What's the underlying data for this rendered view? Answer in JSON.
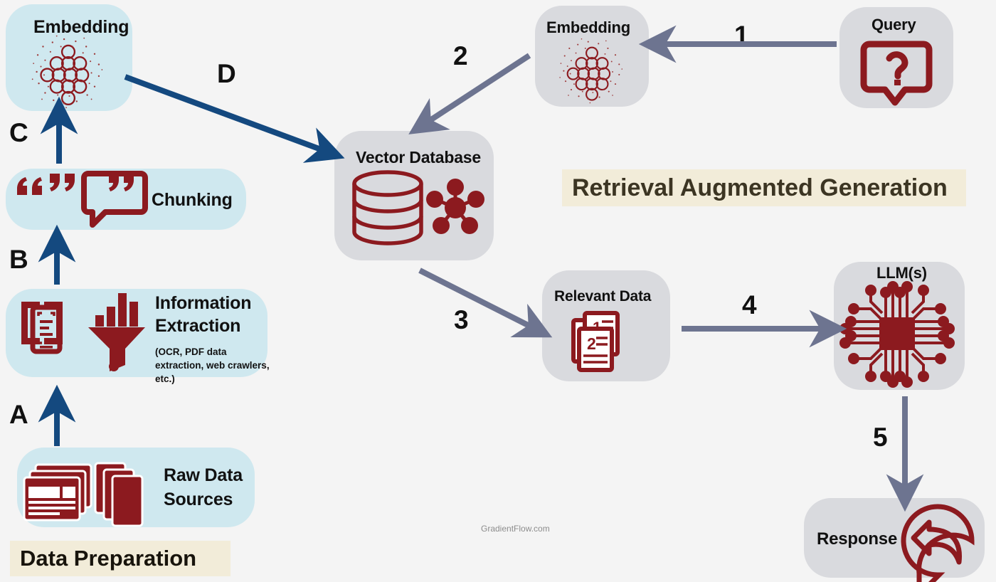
{
  "diagram": {
    "watermark": "GradientFlow.com",
    "banners": {
      "rag": "Retrieval Augmented Generation",
      "data_prep": "Data Preparation"
    },
    "colors": {
      "background": "#f4f4f4",
      "node_blue": "#cfe8ef",
      "node_gray": "#d9dade",
      "icon_red": "#8c1a1f",
      "arrow_navy": "#14497f",
      "arrow_slate": "#6d7490",
      "banner_cream": "#f2ecd9",
      "banner_text": "#3c3523",
      "text_dark": "#111111"
    },
    "nodes": [
      {
        "id": "embedding-left",
        "label": "Embedding",
        "style": "blue",
        "icon": "neural-network-icon"
      },
      {
        "id": "chunking",
        "label": "Chunking",
        "style": "blue",
        "icon": "quote-bubble-icon"
      },
      {
        "id": "information-extraction",
        "label": "Information Extraction",
        "sublabel": "(OCR, PDF data extraction, web crawlers, etc.)",
        "style": "blue",
        "icon": "scanner-funnel-icon"
      },
      {
        "id": "raw-data-sources",
        "label": "Raw Data Sources",
        "style": "blue",
        "icon": "documents-stack-icon"
      },
      {
        "id": "vector-database",
        "label": "Vector Database",
        "style": "gray",
        "icon": "database-cylinder-icon"
      },
      {
        "id": "embedding-right",
        "label": "Embedding",
        "style": "gray",
        "icon": "neural-network-icon"
      },
      {
        "id": "query",
        "label": "Query",
        "style": "gray",
        "icon": "question-bubble-icon"
      },
      {
        "id": "relevant-data",
        "label": "Relevant Data",
        "style": "gray",
        "icon": "numbered-documents-icon"
      },
      {
        "id": "llm",
        "label": "LLM(s)",
        "style": "gray",
        "icon": "cpu-chip-icon"
      },
      {
        "id": "response",
        "label": "Response",
        "style": "gray",
        "icon": "reply-bubble-icon"
      }
    ],
    "steps": [
      {
        "id": "step-a",
        "label": "A",
        "from": "raw-data-sources",
        "to": "information-extraction",
        "color": "navy"
      },
      {
        "id": "step-b",
        "label": "B",
        "from": "information-extraction",
        "to": "chunking",
        "color": "navy"
      },
      {
        "id": "step-c",
        "label": "C",
        "from": "chunking",
        "to": "embedding-left",
        "color": "navy"
      },
      {
        "id": "step-d",
        "label": "D",
        "from": "embedding-left",
        "to": "vector-database",
        "color": "navy"
      },
      {
        "id": "step-1",
        "label": "1",
        "from": "query",
        "to": "embedding-right",
        "color": "slate"
      },
      {
        "id": "step-2",
        "label": "2",
        "from": "embedding-right",
        "to": "vector-database",
        "color": "slate"
      },
      {
        "id": "step-3",
        "label": "3",
        "from": "vector-database",
        "to": "relevant-data",
        "color": "slate"
      },
      {
        "id": "step-4",
        "label": "4",
        "from": "relevant-data",
        "to": "llm",
        "color": "slate"
      },
      {
        "id": "step-5",
        "label": "5",
        "from": "llm",
        "to": "response",
        "color": "slate"
      }
    ]
  }
}
